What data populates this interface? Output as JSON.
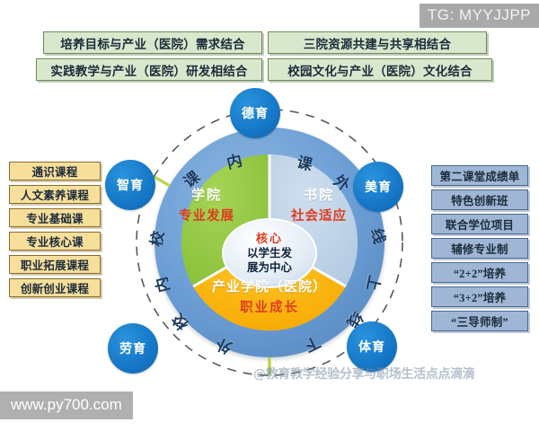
{
  "overlays": {
    "tg_badge": "TG: MYYJJPP",
    "url_badge": "www.py700.com",
    "watermark": "@教育教学经验分享与职场生活点点滴滴"
  },
  "top_boxes": [
    {
      "label": "培养目标与产业（医院）需求结合"
    },
    {
      "label": "三院资源共建与共享相结合"
    },
    {
      "label": "实践教学与产业（医院）研发相结合"
    },
    {
      "label": "校园文化与产业（医院）文化结合"
    }
  ],
  "left_boxes": [
    {
      "label": "通识课程"
    },
    {
      "label": "人文素养课程"
    },
    {
      "label": "专业基础课"
    },
    {
      "label": "专业核心课"
    },
    {
      "label": "职业拓展课程"
    },
    {
      "label": "创新创业课程"
    }
  ],
  "right_boxes": [
    {
      "label": "第二课堂成绩单"
    },
    {
      "label": "特色创新班"
    },
    {
      "label": "联合学位项目"
    },
    {
      "label": "辅修专业制"
    },
    {
      "label": "“2+2”培养"
    },
    {
      "label": "“3+2”培养"
    },
    {
      "label": "“三导师制”"
    }
  ],
  "nodes": {
    "top": "德育",
    "left": "智育",
    "right": "美育",
    "bottom_left": "劳育",
    "bottom_right": "体育"
  },
  "ring_labels": {
    "ke_top_left": "课",
    "nei_top_left": "内",
    "ke_top_right": "课",
    "wai_top_right": "外",
    "xiao_upper_left": "校",
    "nei_left": "内",
    "xiao_lower_left": "校",
    "wai_bottom_left": "外",
    "xian_upper_right": "线",
    "shang_right": "上",
    "xian_lower_right": "线",
    "xia_bottom_right": "下"
  },
  "sectors": {
    "green": {
      "title": "学院",
      "subtitle": "专业发展",
      "color": "#8fc740"
    },
    "blue": {
      "title": "书院",
      "subtitle": "社会适应",
      "color": "#bed3e8"
    },
    "yellow": {
      "title": "产业学院（医院）",
      "subtitle": "职业成长",
      "color": "#fbb800"
    }
  },
  "core": {
    "title": "核心",
    "line1": "以学生发",
    "line2": "展为中心"
  },
  "colors": {
    "outer_ring": "#6a9ed6",
    "node_blue": "#1779c9",
    "accent_red": "#e03c1f",
    "green_box_bg": "#d9e8cd",
    "yellow_box_bg": "#f6de9b",
    "blue_box_bg": "#9fb6d4"
  }
}
